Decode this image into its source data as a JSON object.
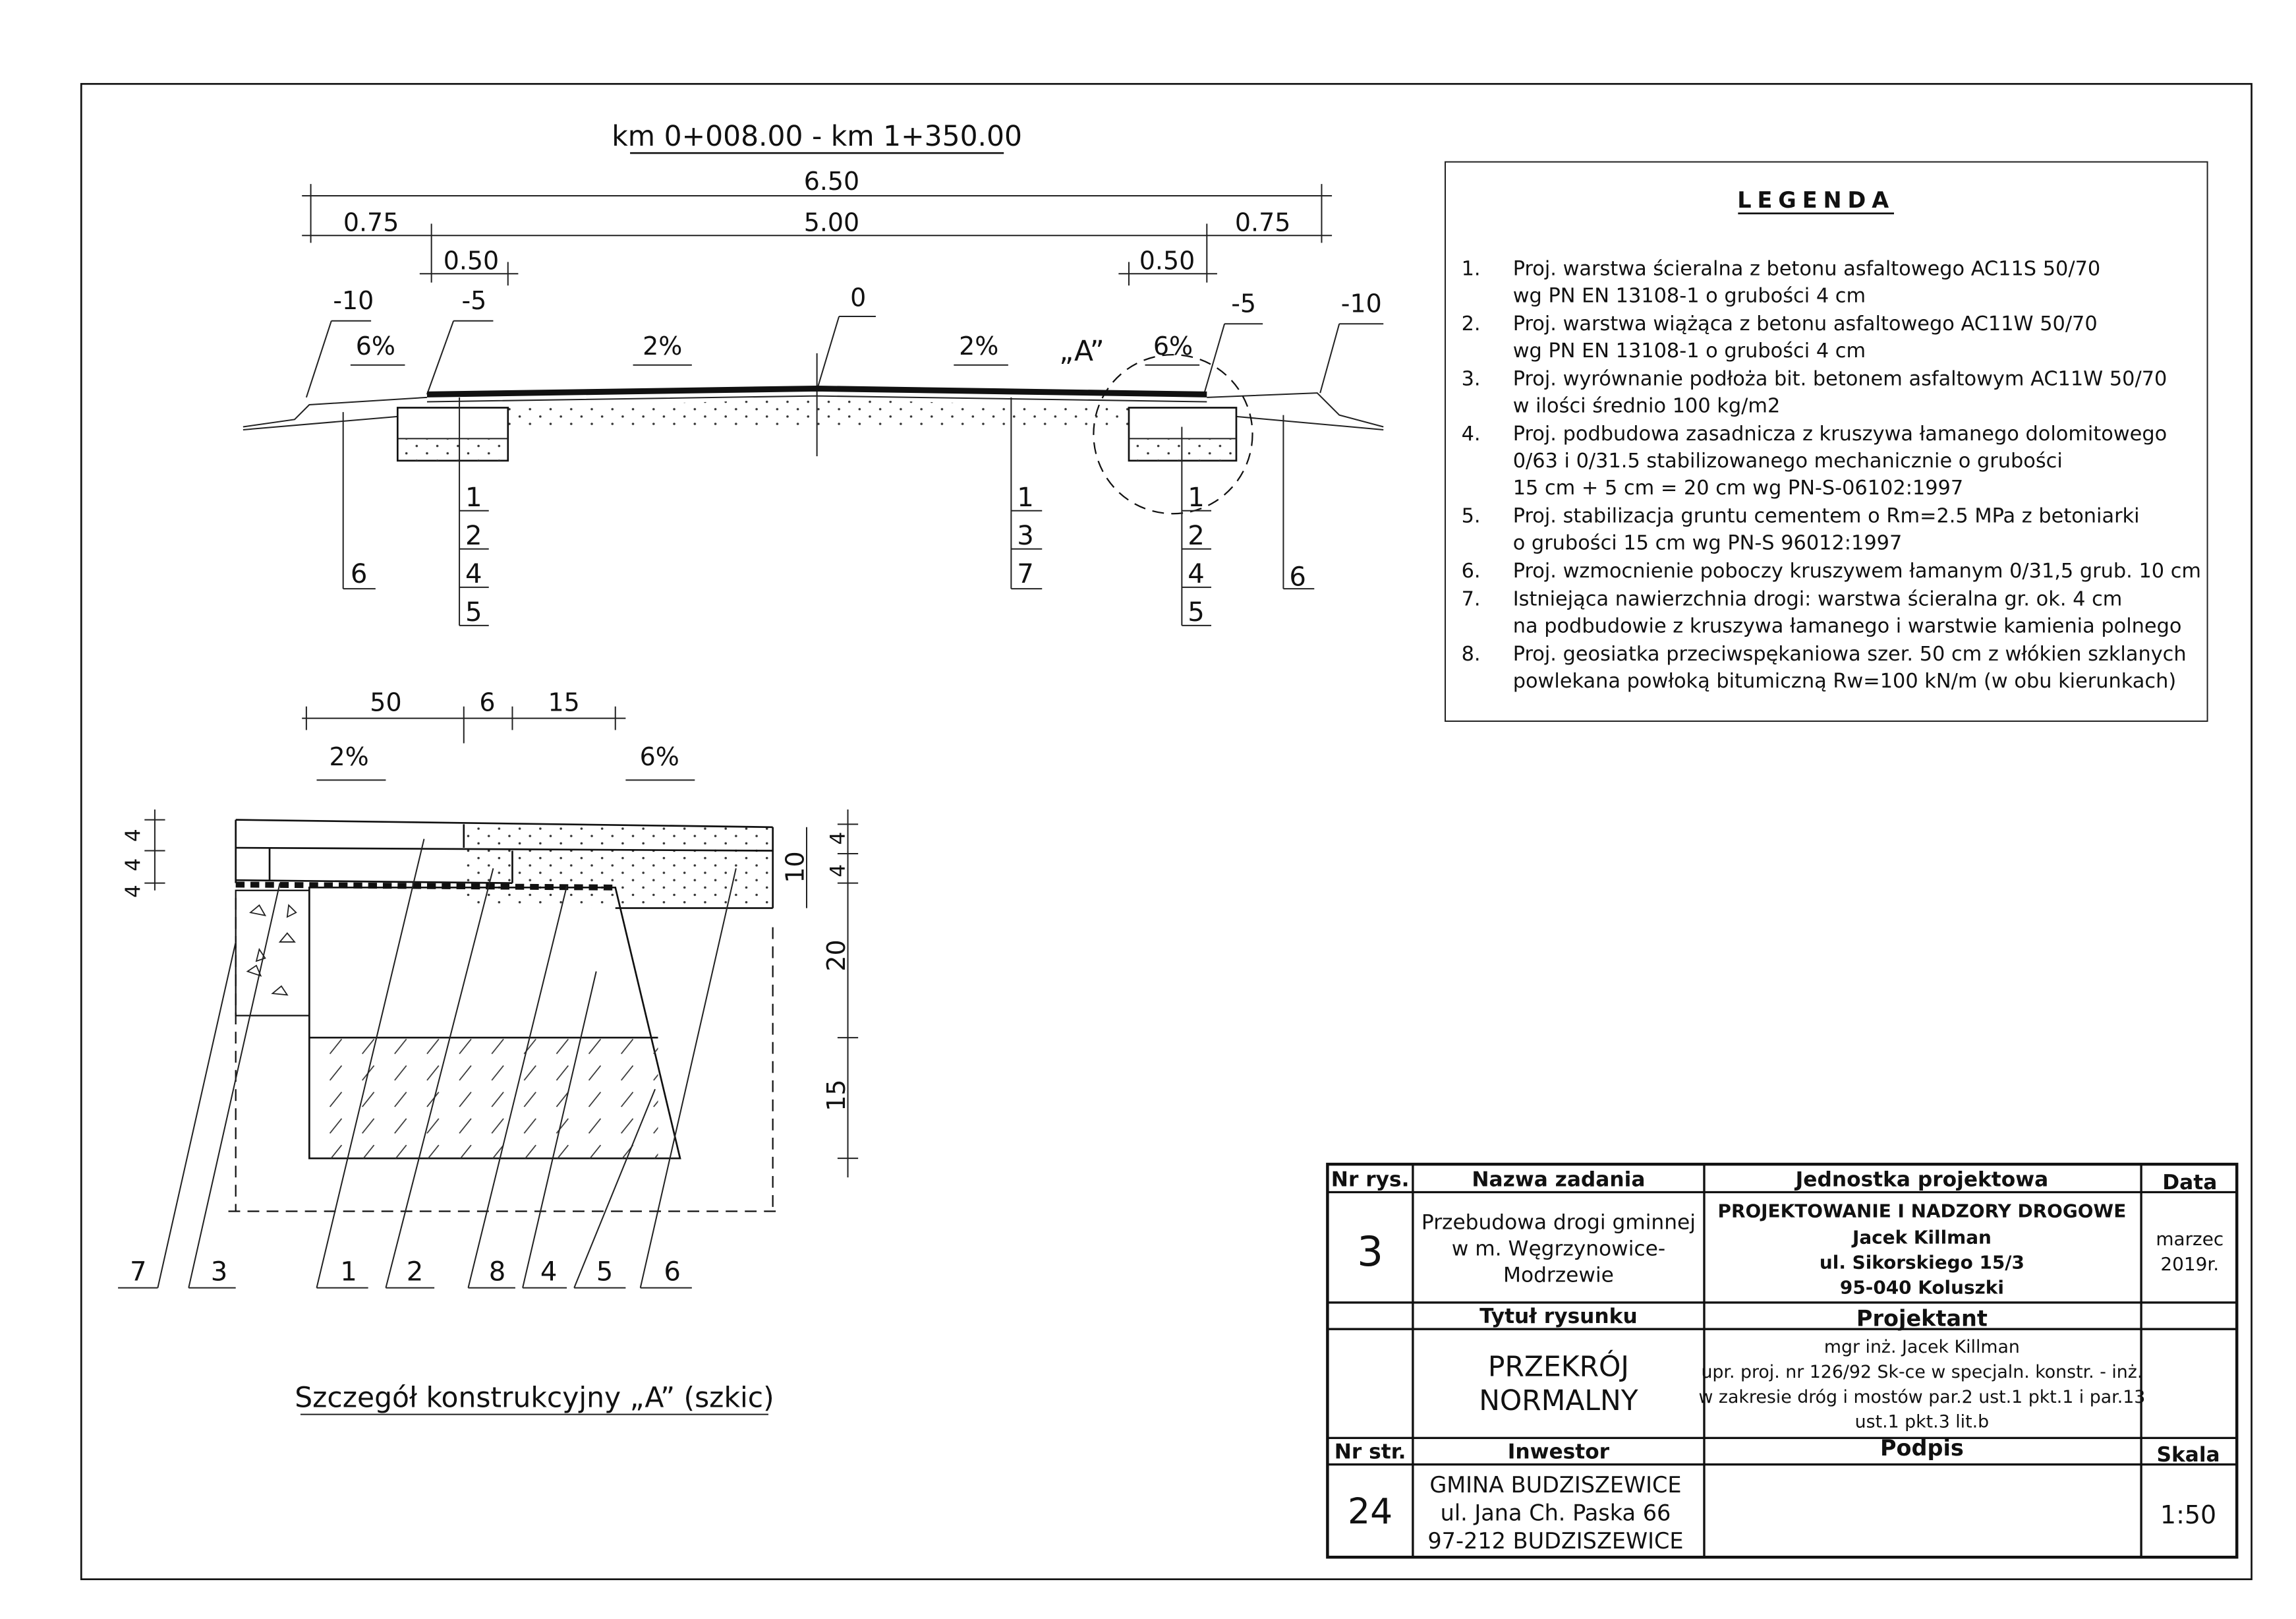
{
  "section_title": "km 0+008.00 - km 1+350.00",
  "dimensions": {
    "total": "6.50",
    "shoulder_left": "0.75",
    "carriageway": "5.00",
    "shoulder_right": "0.75",
    "strip_left": "0.50",
    "strip_right": "0.50"
  },
  "elevations": {
    "left_outer": "-10",
    "left_inner": "-5",
    "axis": "0",
    "right_inner": "-5",
    "right_outer": "-10"
  },
  "slopes": {
    "left_shoulder": "6%",
    "left_lane": "2%",
    "right_lane": "2%",
    "right_shoulder": "6%"
  },
  "detail_marker": "„A”",
  "callouts": {
    "left_curb": [
      "1",
      "2",
      "4",
      "5"
    ],
    "left_shoulder": "6",
    "middle": [
      "1",
      "3",
      "7"
    ],
    "right_curb": [
      "1",
      "2",
      "4",
      "5"
    ],
    "right_shoulder": "6"
  },
  "detail": {
    "dims_top": [
      "50",
      "6",
      "15"
    ],
    "slopes": [
      "2%",
      "6%"
    ],
    "dims_left": [
      "4",
      "4",
      "4"
    ],
    "dims_right": [
      "10",
      "4",
      "4",
      "20",
      "15"
    ],
    "callouts": [
      "7",
      "3",
      "1",
      "2",
      "8",
      "4",
      "5",
      "6"
    ],
    "caption": "Szczegół konstrukcyjny „A” (szkic)"
  },
  "legend": {
    "title": "LEGENDA",
    "items": [
      {
        "num": "1.",
        "lines": [
          "Proj. warstwa ścieralna z betonu asfaltowego AC11S 50/70",
          "wg PN EN 13108-1 o grubości 4 cm"
        ]
      },
      {
        "num": "2.",
        "lines": [
          "Proj. warstwa wiążąca z betonu asfaltowego AC11W 50/70",
          "wg PN EN 13108-1 o grubości 4 cm"
        ]
      },
      {
        "num": "3.",
        "lines": [
          "Proj. wyrównanie podłoża bit. betonem asfaltowym AC11W 50/70",
          "w ilości średnio 100 kg/m2"
        ]
      },
      {
        "num": "4.",
        "lines": [
          "Proj. podbudowa zasadnicza z kruszywa łamanego dolomitowego",
          "0/63 i 0/31.5 stabilizowanego mechanicznie o grubości",
          "15 cm + 5 cm = 20 cm wg PN-S-06102:1997"
        ]
      },
      {
        "num": "5.",
        "lines": [
          "Proj. stabilizacja gruntu cementem o Rm=2.5 MPa z betoniarki",
          "o grubości 15 cm wg PN-S 96012:1997"
        ]
      },
      {
        "num": "6.",
        "lines": [
          "Proj. wzmocnienie poboczy kruszywem łamanym 0/31,5 grub. 10 cm"
        ]
      },
      {
        "num": "7.",
        "lines": [
          "Istniejąca nawierzchnia drogi: warstwa ścieralna gr. ok. 4 cm",
          "na podbudowie z kruszywa łamanego i warstwie kamienia polnego"
        ]
      },
      {
        "num": "8.",
        "lines": [
          "Proj. geosiatka przeciwspękaniowa szer. 50 cm z włókien szklanych",
          "powlekana powłoką bitumiczną Rw=100 kN/m (w obu kierunkach)"
        ]
      }
    ]
  },
  "title_block": {
    "h_nr_rys": "Nr rys.",
    "h_nazwa": "Nazwa zadania",
    "h_jednostka": "Jednostka projektowa",
    "h_data": "Data",
    "nr_rys": "3",
    "nazwa": [
      "Przebudowa drogi gminnej",
      "w m. Węgrzynowice-",
      "Modrzewie"
    ],
    "jednostka": [
      "PROJEKTOWANIE I NADZORY DROGOWE",
      "Jacek Killman",
      "ul. Sikorskiego 15/3",
      "95-040 Koluszki"
    ],
    "data": [
      "marzec",
      "2019r."
    ],
    "h_tytul": "Tytuł rysunku",
    "h_projektant": "Projektant",
    "tytul": [
      "PRZEKRÓJ",
      "NORMALNY"
    ],
    "projektant": [
      "mgr inż. Jacek Killman",
      "upr. proj. nr 126/92 Sk-ce w specjaln. konstr. - inż.",
      "w zakresie dróg i mostów par.2 ust.1 pkt.1 i par.13",
      "ust.1 pkt.3 lit.b"
    ],
    "h_nr_str": "Nr str.",
    "h_inwestor": "Inwestor",
    "h_podpis": "Podpis",
    "h_skala": "Skala",
    "nr_str": "24",
    "inwestor": [
      "GMINA BUDZISZEWICE",
      "ul. Jana Ch. Paska 66",
      "97-212 BUDZISZEWICE"
    ],
    "skala": "1:50"
  }
}
